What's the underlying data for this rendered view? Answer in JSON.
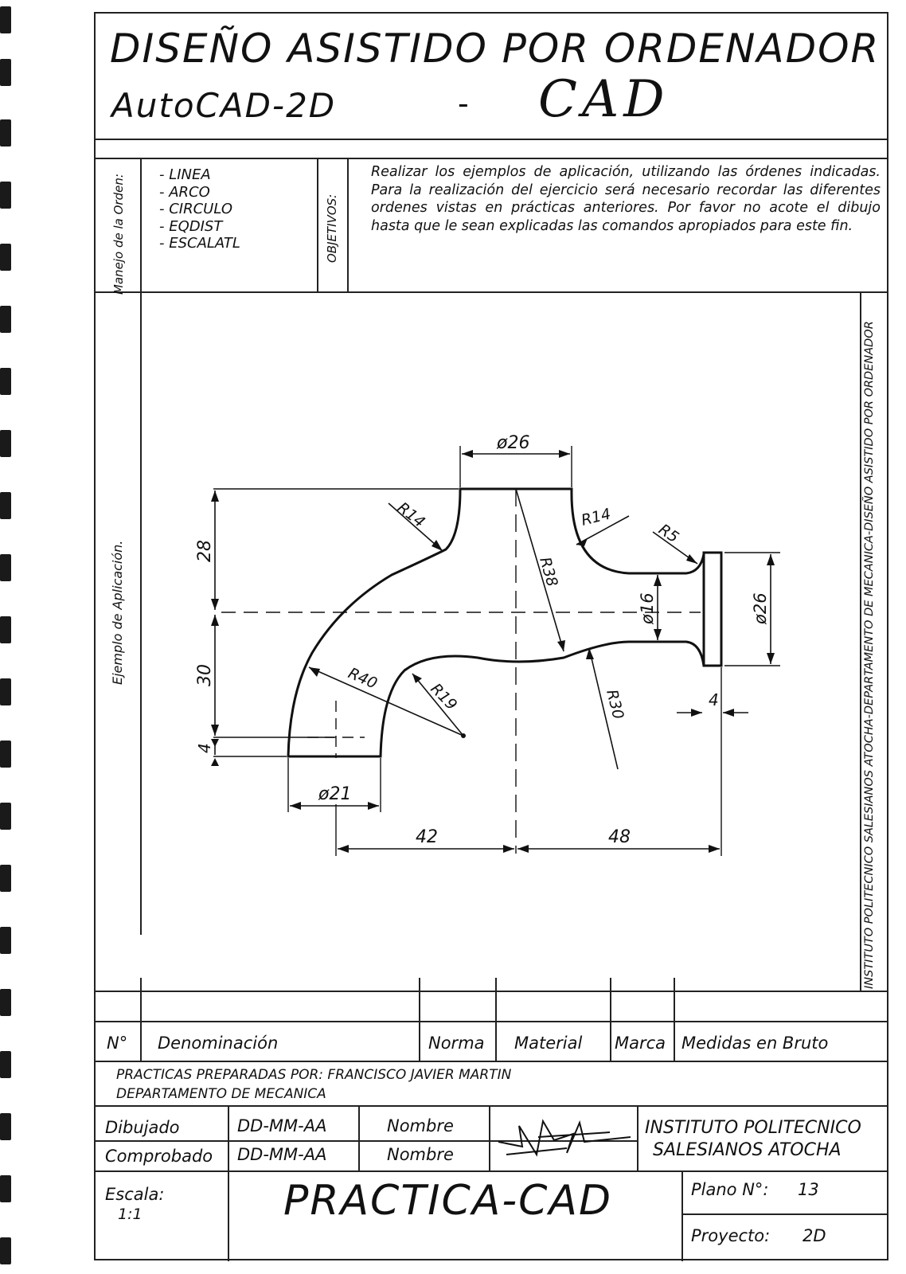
{
  "header": {
    "title_line1": "DISEÑO ASISTIDO POR ORDENADOR",
    "title_line2": "AutoCAD-2D",
    "dash": "-",
    "badge": "CAD"
  },
  "orders": {
    "side_label": "Manejo de la Orden:",
    "items": [
      "- LINEA",
      "- ARCO",
      "- CIRCULO",
      "- EQDIST",
      "- ESCALATL"
    ]
  },
  "objectives": {
    "side_label": "OBJETIVOS:",
    "text": "Realizar los ejemplos de aplicación, utilizando las órdenes indicadas. Para la realización del ejercicio será necesario recordar las diferentes ordenes vistas en prácticas anteriores. Por favor no acote el dibujo hasta que le sean explicadas las comandos apropiados para este fin."
  },
  "example": {
    "side_label": "Ejemplo de Aplicación."
  },
  "right_margin_text": "INSTITUTO POLITECNICO SALESIANOS ATOCHA-DEPARTAMENTO DE MECANICA-DISEÑO ASISTIDO POR ORDENADOR",
  "dimensions": {
    "top_diameter": "ø26",
    "right_diameter": "ø26",
    "neck_diameter": "ø16",
    "bottom_diameter": "ø21",
    "r14_left": "R14",
    "r14_right": "R14",
    "r5": "R5",
    "r38": "R38",
    "r40": "R40",
    "r19": "R19",
    "r30": "R30",
    "h28": "28",
    "h30": "30",
    "h4": "4",
    "flange4": "4",
    "w42": "42",
    "w48": "48"
  },
  "parts_table": {
    "headers": [
      "N°",
      "Denominación",
      "Norma",
      "Material",
      "Marca",
      "Medidas en Bruto"
    ]
  },
  "credits": {
    "line1": "PRACTICAS PREPARADAS POR: FRANCISCO JAVIER MARTIN",
    "line2": "DEPARTAMENTO DE MECANICA"
  },
  "title_block": {
    "drawn_label": "Dibujado",
    "drawn_date": "DD-MM-AA",
    "drawn_name": "Nombre",
    "checked_label": "Comprobado",
    "checked_date": "DD-MM-AA",
    "checked_name": "Nombre",
    "institution_line1": "INSTITUTO POLITECNICO",
    "institution_line2": "SALESIANOS ATOCHA",
    "scale_label": "Escala:",
    "scale_value": "1:1",
    "drawing_title": "PRACTICA-CAD",
    "plan_label": "Plano N°:",
    "plan_value": "13",
    "project_label": "Proyecto:",
    "project_value": "2D"
  }
}
